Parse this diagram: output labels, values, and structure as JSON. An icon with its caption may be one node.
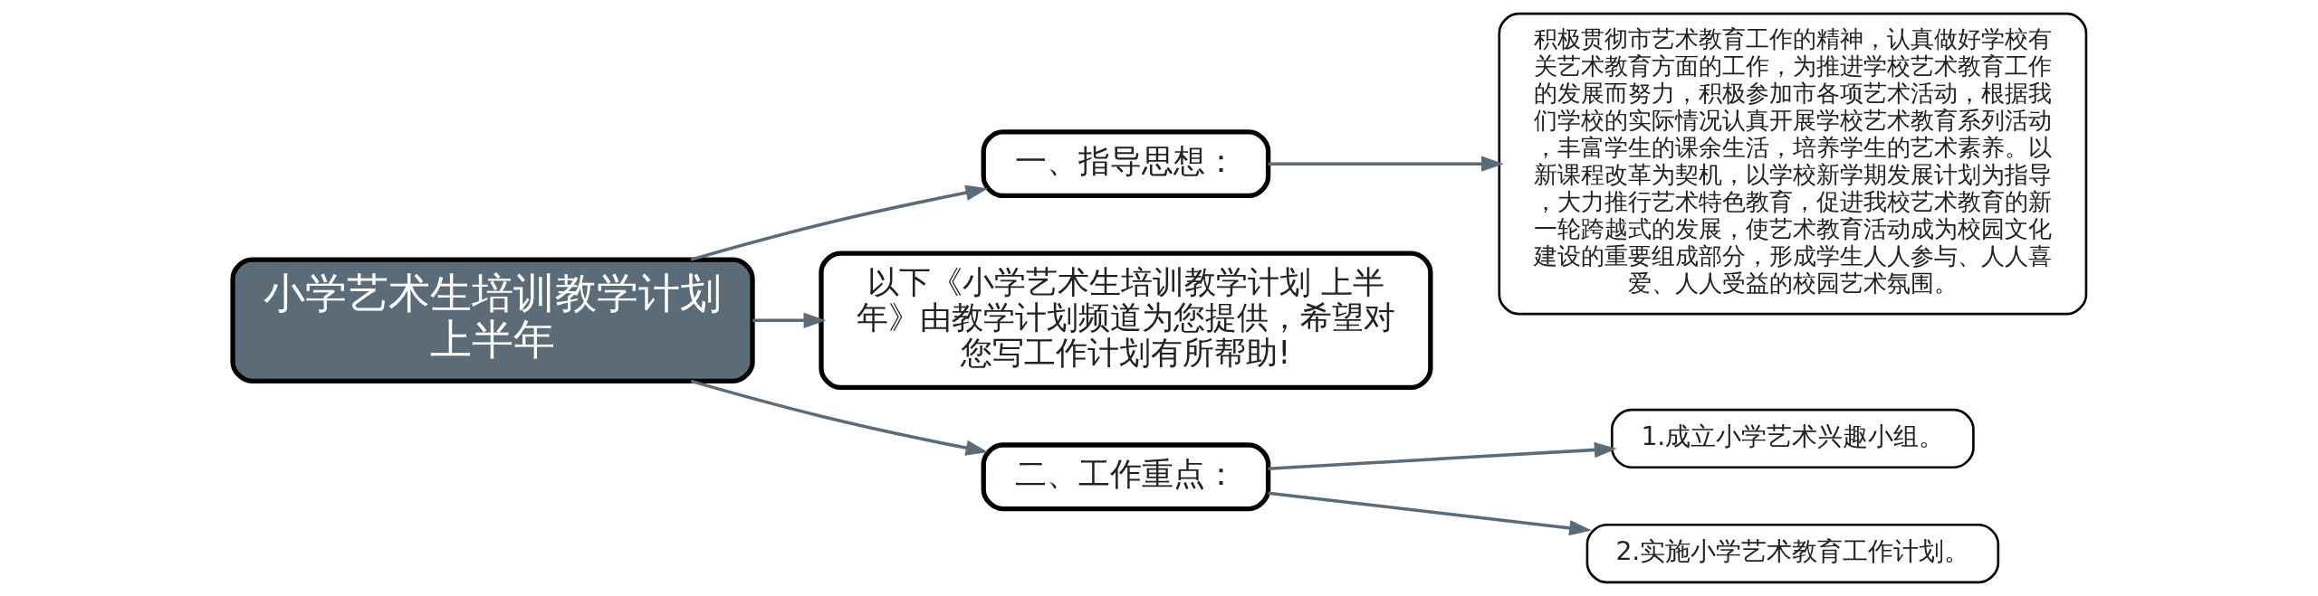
{
  "diagram": {
    "nodes": [
      {
        "text": [
          "小学艺术生培训教学计划上半年"
        ]
      },
      {
        "text": [
          "一、指导思想："
        ]
      },
      {
        "text": [
          "积极贯彻市艺术教育工作的精神，认真做好学校有关艺术教育方面的工作，为推进学校艺术教育工作的发展而努力，积极参加市各项艺术活动，根据我们学校的实际情况认真开展学校艺术教育系列活动，丰富学生的课余生活，培养学生的艺术素养。以新课程改革为契机，以学校新学期发展计划为指导，大力推行艺术特色教育，促进我校艺术教育的新一轮跨越式的发展，使艺术教育活动成为校园文化建设的重要组成部分，形成学生人人参与、人人喜爱、人人受益的校园艺术氛围。"
        ]
      },
      {
        "text": [
          "以下《小学艺术生培训教学计划 上半年》由教学计划频道为您提供，希望对您写工作计划有所帮助!"
        ]
      },
      {
        "text": [
          "二、工作重点："
        ]
      },
      {
        "text": [
          "1.成立小学艺术兴趣小组。"
        ]
      },
      {
        "text": [
          "2.实施小学艺术教育工作计划。"
        ]
      }
    ],
    "edges": [
      {
        "from": 0,
        "to": 1,
        "arrow": "to"
      },
      {
        "from": 1,
        "to": 2,
        "arrow": "to"
      },
      {
        "from": 0,
        "to": 3,
        "arrow": "to"
      },
      {
        "from": 0,
        "to": 4,
        "arrow": "to"
      },
      {
        "from": 4,
        "to": 5,
        "arrow": "to"
      },
      {
        "from": 4,
        "to": 6,
        "arrow": "to"
      }
    ]
  }
}
